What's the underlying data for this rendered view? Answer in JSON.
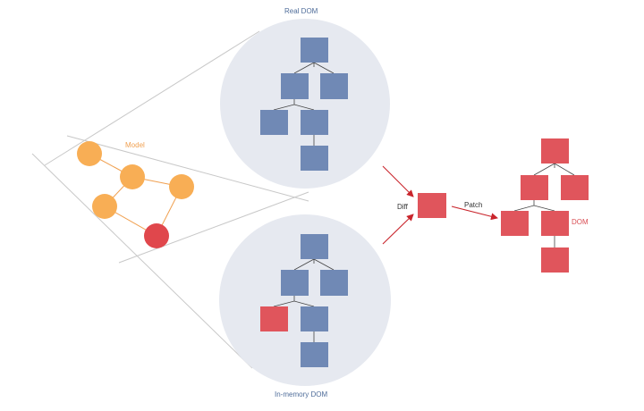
{
  "labels": {
    "real_dom": "Real DOM",
    "in_memory_dom": "In-memory DOM",
    "model": "Model",
    "diff": "Diff",
    "patch": "Patch",
    "dom": "DOM"
  },
  "colors": {
    "tree_node_blue": "#7089b5",
    "tree_node_red": "#e0555c",
    "model_node_orange": "#f8ae55",
    "model_node_red": "#e0474c",
    "circle_fill": "#e6e9f0",
    "arrow_red": "#c9252c",
    "line_gray": "#bdbdbd"
  }
}
